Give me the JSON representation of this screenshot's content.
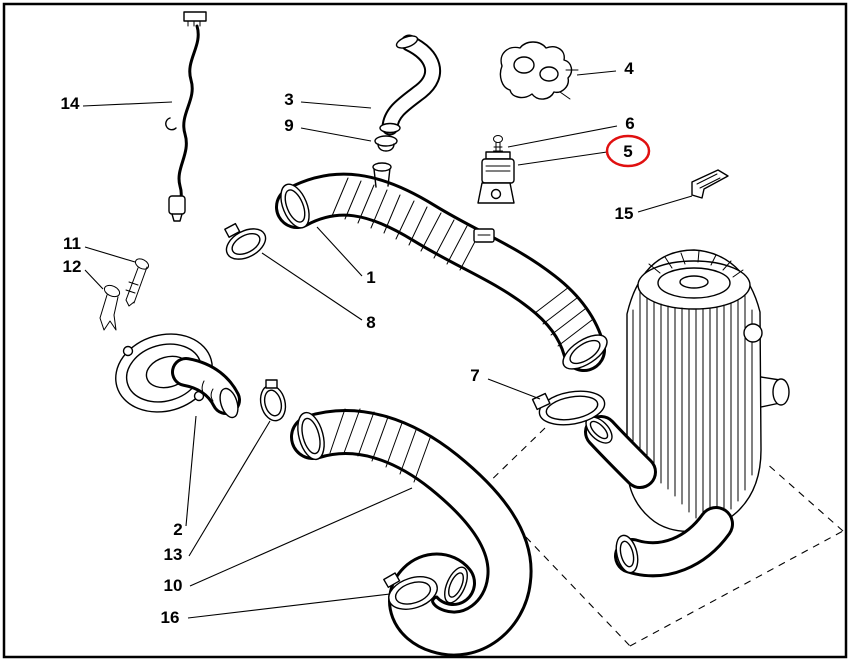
{
  "diagram": {
    "type": "exploded-parts-diagram",
    "callouts": [
      {
        "label": "1"
      },
      {
        "label": "2"
      },
      {
        "label": "3"
      },
      {
        "label": "4"
      },
      {
        "label": "5"
      },
      {
        "label": "6"
      },
      {
        "label": "7"
      },
      {
        "label": "8"
      },
      {
        "label": "9"
      },
      {
        "label": "10"
      },
      {
        "label": "11"
      },
      {
        "label": "12"
      },
      {
        "label": "13"
      },
      {
        "label": "14"
      },
      {
        "label": "15"
      },
      {
        "label": "16"
      }
    ],
    "highlighted_callout": "5",
    "colors": {
      "line": "#000000",
      "background": "#ffffff",
      "highlight": "#e01010"
    }
  }
}
